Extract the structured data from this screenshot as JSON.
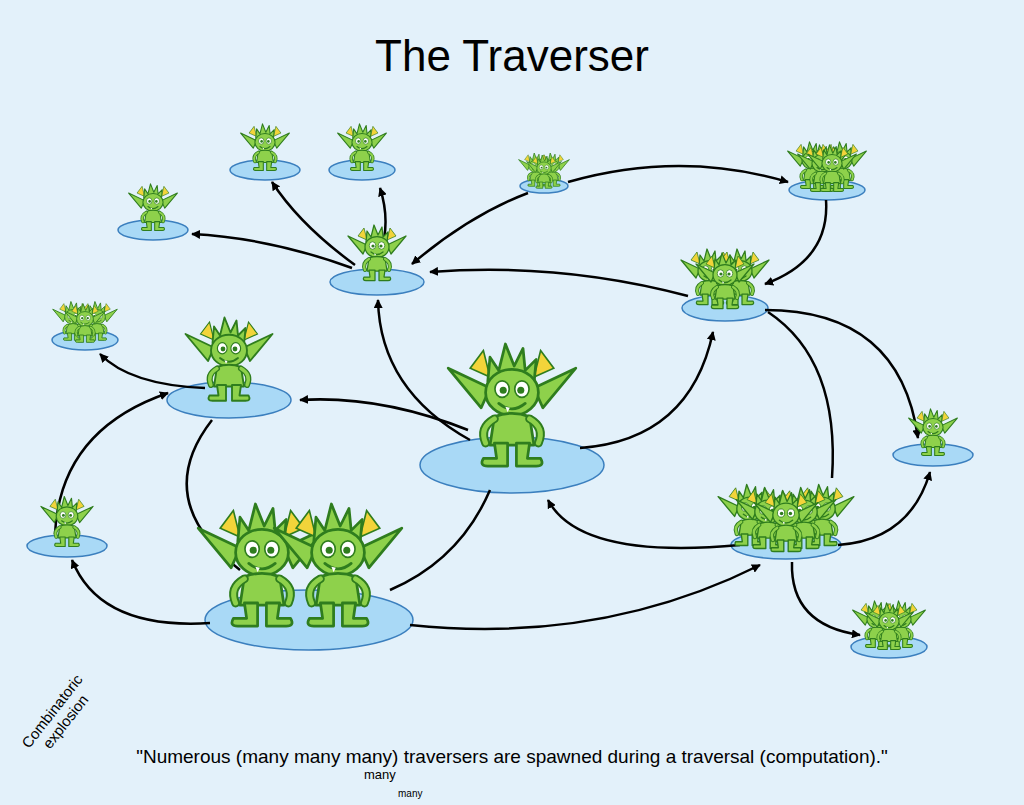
{
  "diagram": {
    "title": "The Traverser",
    "caption": "\"Numerous (many many many) traversers are spawned during a traversal (computation).\"",
    "labels": [
      "many",
      "many",
      "Combinatoric explosion"
    ]
  }
}
